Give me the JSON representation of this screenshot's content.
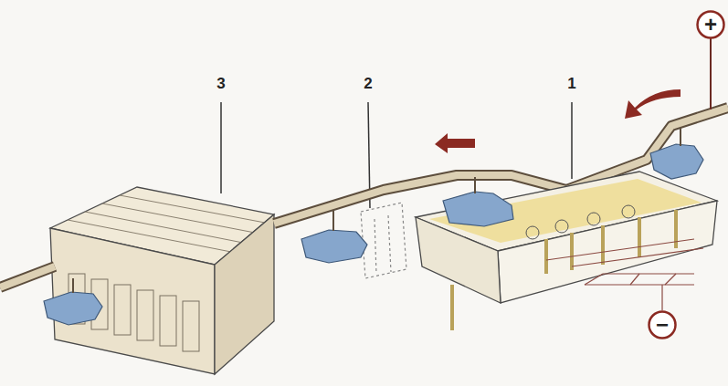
{
  "diagram": {
    "nodes": [
      {
        "text": [
          "+"
        ]
      },
      {
        "text": [
          "−"
        ]
      }
    ],
    "labels": [
      "3",
      "2",
      "1"
    ]
  }
}
